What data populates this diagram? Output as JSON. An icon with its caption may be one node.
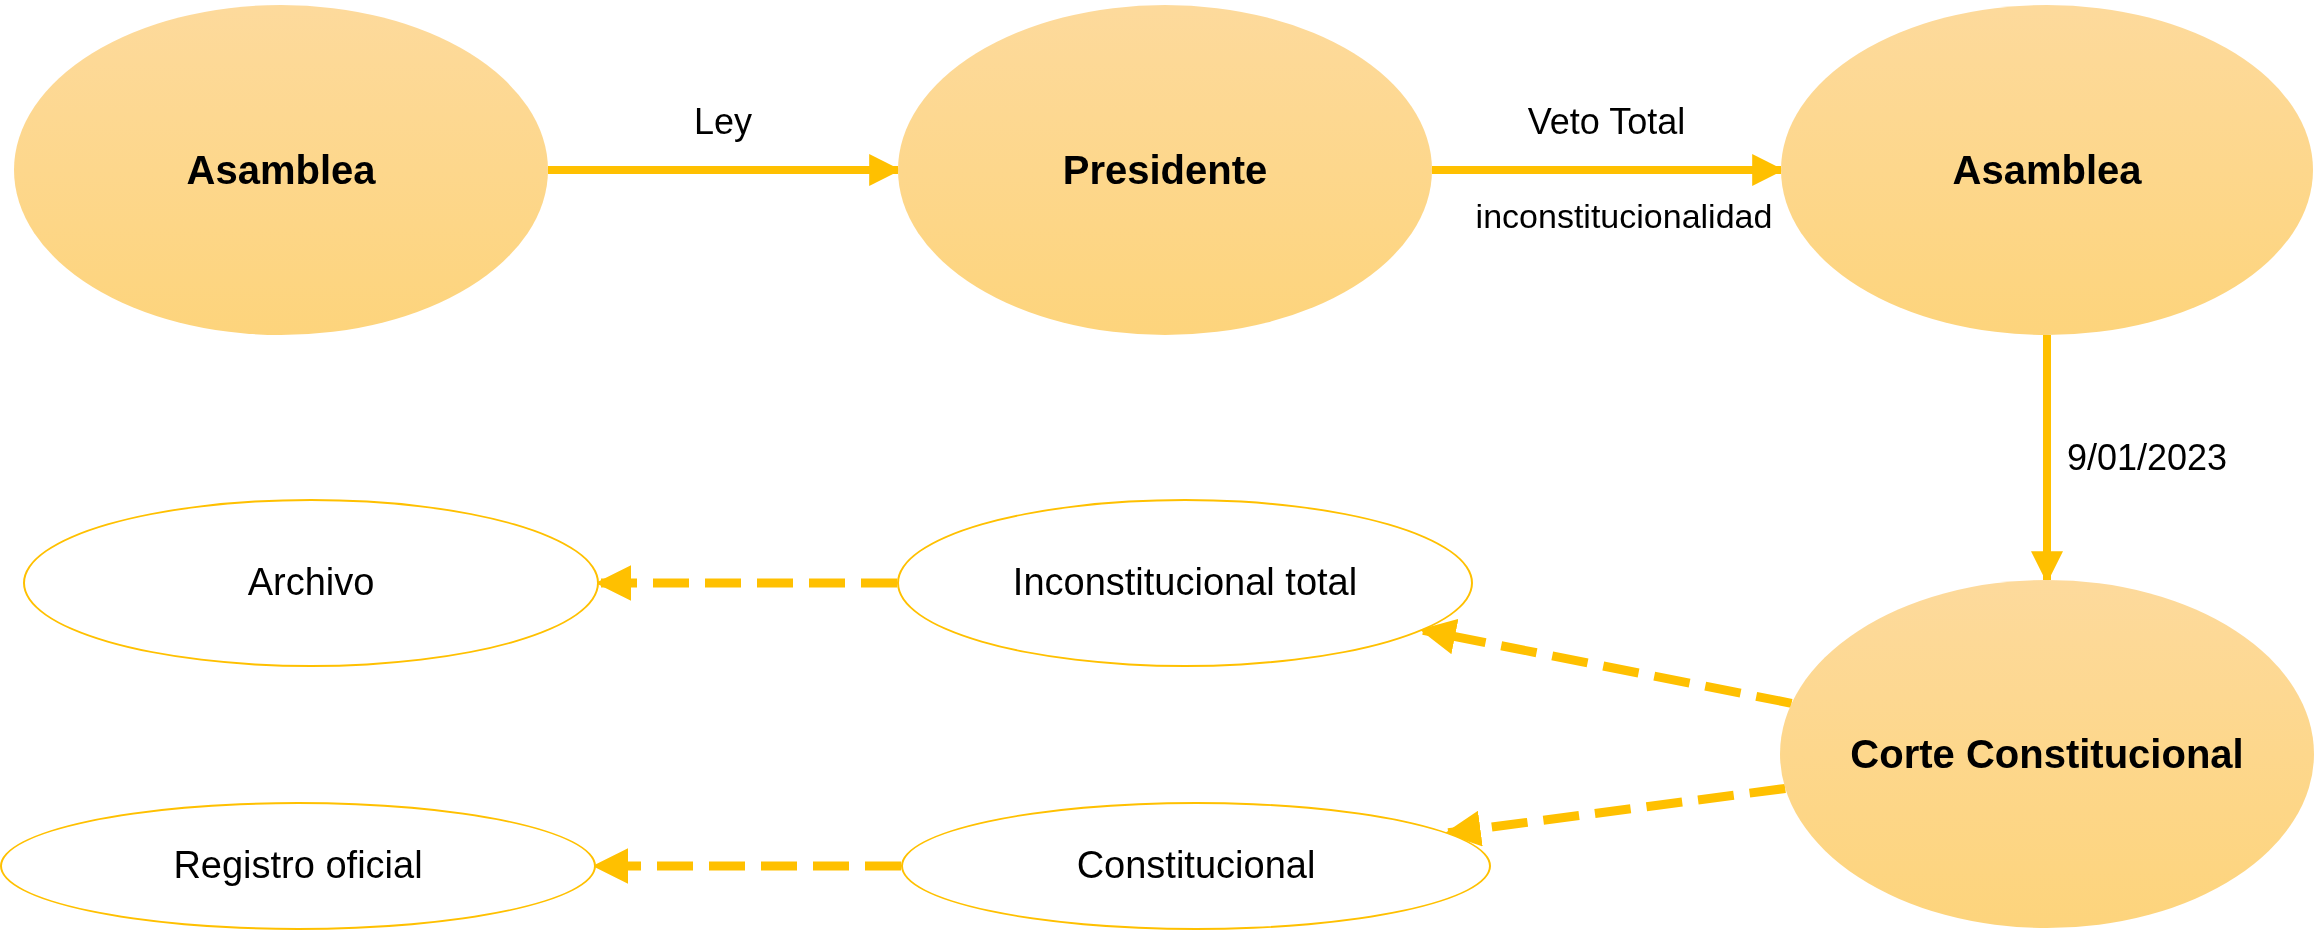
{
  "diagram": {
    "nodes": [
      {
        "text": [
          "Asamblea"
        ]
      },
      {
        "text": [
          "Presidente"
        ]
      },
      {
        "text": [
          "Asamblea"
        ]
      },
      {
        "text": [
          "Corte Constitucional"
        ]
      },
      {
        "text": [
          "Inconstitucional total"
        ]
      },
      {
        "text": [
          "Archivo"
        ]
      },
      {
        "text": [
          "Constitucional"
        ]
      },
      {
        "text": [
          "Registro oficial"
        ]
      }
    ],
    "edges": [
      {
        "from": 0,
        "to": 1,
        "arrow": "to",
        "label": "Ley"
      },
      {
        "from": 1,
        "to": 2,
        "arrow": "to",
        "label": "Veto Total"
      },
      {
        "from": 2,
        "to": 3,
        "arrow": "to",
        "label": "9/01/2023"
      },
      {
        "from": 3,
        "to": 4,
        "arrow": "to",
        "style": "dashed"
      },
      {
        "from": 3,
        "to": 6,
        "arrow": "to",
        "style": "dashed"
      },
      {
        "from": 4,
        "to": 5,
        "arrow": "to",
        "style": "dashed"
      },
      {
        "from": 6,
        "to": 7,
        "arrow": "to",
        "style": "dashed"
      }
    ],
    "labels": [
      "inconstitucionalidad"
    ]
  }
}
